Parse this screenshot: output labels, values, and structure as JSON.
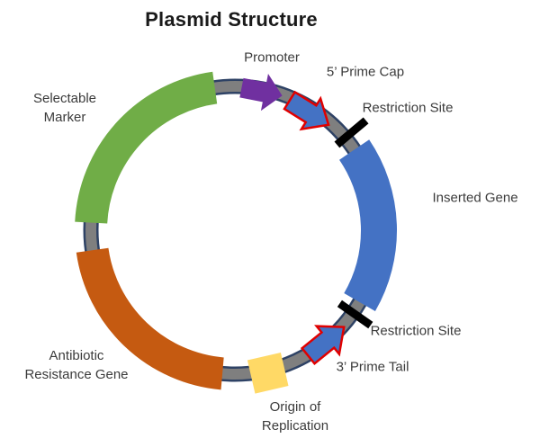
{
  "title": "Plasmid Structure",
  "colors": {
    "green": "#70AD47",
    "blue": "#4472C4",
    "orange": "#C55A11",
    "yellow": "#FFD966",
    "purple": "#7030A0",
    "ring_fill": "#7F7F7F",
    "ring_outline": "#2E4265",
    "arrow_outline_red": "#E00000",
    "restriction_black": "#000000"
  },
  "labels": {
    "promoter": "Promoter",
    "five_prime_cap": "5’ Prime Cap",
    "restriction_site_top": "Restriction Site",
    "inserted_gene": "Inserted Gene",
    "restriction_site_bottom": "Restriction Site",
    "three_prime_tail": "3’ Prime Tail",
    "origin_line1": "Origin of",
    "origin_line2": "Replication",
    "antibiotic_line1": "Antibiotic",
    "antibiotic_line2": "Resistance Gene",
    "selectable_line1": "Selectable",
    "selectable_line2": "Marker"
  },
  "segments": [
    {
      "name": "Selectable Marker",
      "shape": "arc",
      "color": "#70AD47"
    },
    {
      "name": "Promoter",
      "shape": "block-arrow",
      "color": "#7030A0"
    },
    {
      "name": "5’ Prime Cap",
      "shape": "block-arrow",
      "color": "#4472C4"
    },
    {
      "name": "Restriction Site",
      "shape": "bar",
      "color": "#000000"
    },
    {
      "name": "Inserted Gene",
      "shape": "arc",
      "color": "#4472C4"
    },
    {
      "name": "Restriction Site",
      "shape": "bar",
      "color": "#000000"
    },
    {
      "name": "3’ Prime Tail",
      "shape": "block-arrow",
      "color": "#4472C4"
    },
    {
      "name": "Origin of Replication",
      "shape": "square",
      "color": "#FFD966"
    },
    {
      "name": "Antibiotic Resistance Gene",
      "shape": "arc",
      "color": "#C55A11"
    }
  ]
}
